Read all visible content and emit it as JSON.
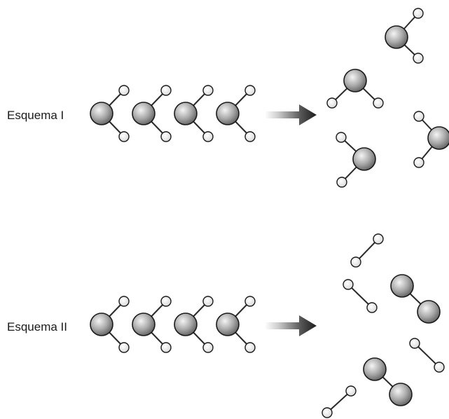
{
  "schemes": [
    {
      "id": "scheme-1",
      "label": "Esquema I"
    },
    {
      "id": "scheme-2",
      "label": "Esquema II"
    }
  ],
  "colors": {
    "large_atom_light": "#f4f4f4",
    "large_atom_dark": "#5e5e5e",
    "small_atom_fill": "#efefef",
    "stroke": "#1a1a1a",
    "arrow_light": "#ffffff",
    "arrow_dark": "#1c1c1c"
  }
}
